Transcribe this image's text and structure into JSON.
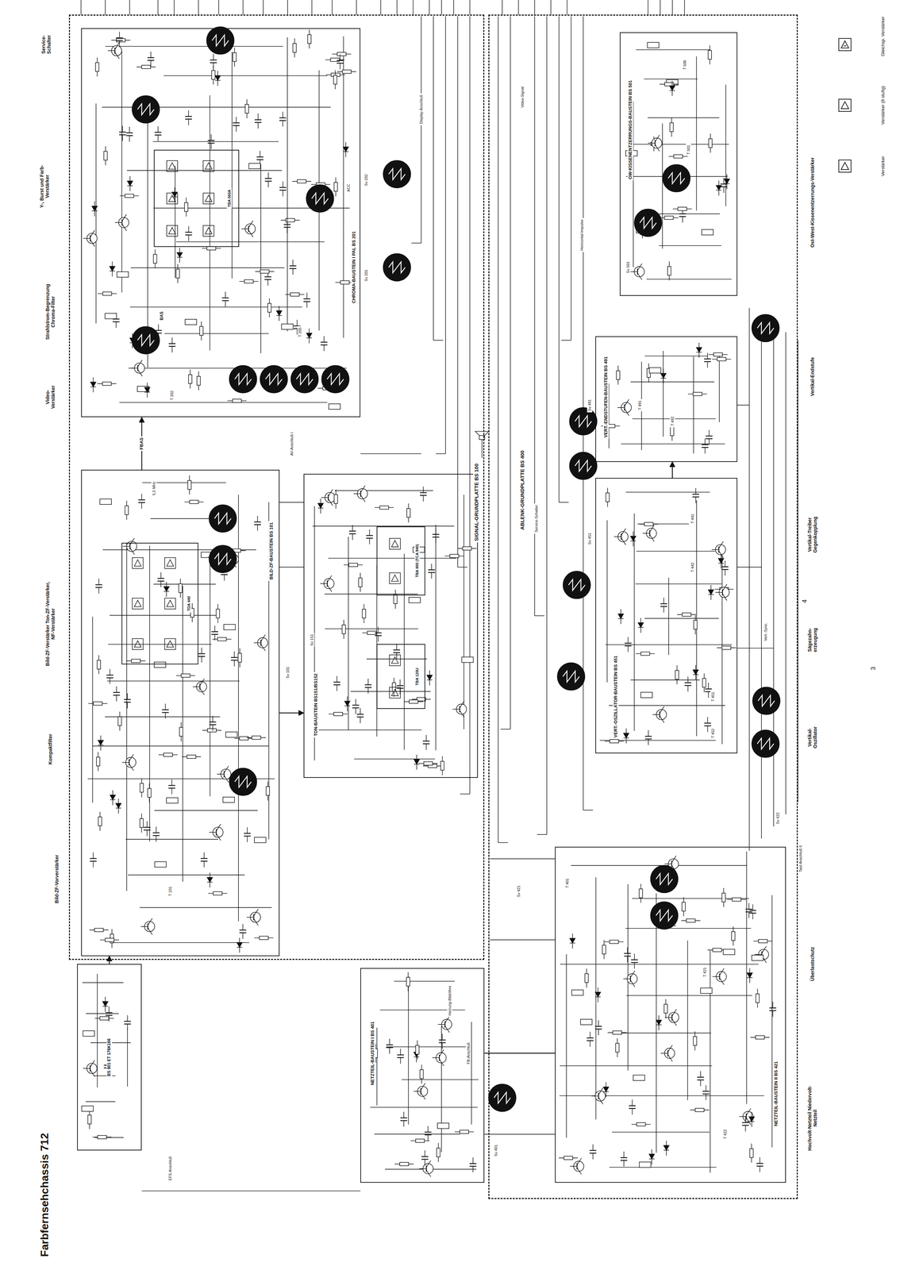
{
  "diagram": {
    "title": "Farbfernsehchassis 712",
    "nodes": [
      {
        "text": [
          "SIGNAL-GRUNDPLATTE BS 100"
        ]
      },
      {
        "text": [
          "CHROMA-BAUSTEIN I PAL BS 201"
        ],
        "in": 0
      },
      {
        "text": [
          "TBA 560A"
        ],
        "in": 1
      },
      {
        "text": [
          "BILD-ZF-BAUSTEIN BS 101"
        ],
        "in": 0
      },
      {
        "text": [
          "TDA 440"
        ],
        "in": 3
      },
      {
        "text": [
          "TON-BAUSTEIN BS151/BS152"
        ],
        "in": 0
      },
      {
        "text": [
          "TBA 800 (TCA 940)"
        ],
        "in": 5
      },
      {
        "text": [
          "TBA 120U"
        ],
        "in": 5
      },
      {
        "text": [
          "BS 901 ET 176K166"
        ]
      },
      {
        "text": [
          "NETZTEIL-BAUSTEIN I BS 401"
        ]
      },
      {
        "text": [
          "ABLENK-GRUNDPLATTE BS 400"
        ]
      },
      {
        "text": [
          "OW-KISSENENTZERRUNGS-BAUSTEIN BS 501"
        ],
        "in": 10
      },
      {
        "text": [
          "VERT.-ENDSTUFEN-BAUSTEIN BS 491"
        ],
        "in": 10
      },
      {
        "text": [
          "VERT.-OSZILLATOR-BAUSTEIN BS 451"
        ],
        "in": 10
      },
      {
        "text": [
          "NETZTEIL-BAUSTEIN II BS 421"
        ],
        "in": 10
      }
    ],
    "edges": [
      {
        "from": 8,
        "to": 3,
        "arrow": "to"
      },
      {
        "from": 3,
        "to": 1,
        "label": "FBAS",
        "arrow": "to"
      },
      {
        "from": 3,
        "to": 5,
        "arrow": "to"
      },
      {
        "from": 9,
        "to": 14,
        "arrow": "none"
      },
      {
        "from": 13,
        "to": 12,
        "arrow": "to"
      }
    ],
    "labels": [
      "Service-Schalter",
      "Y-, Burst und Farb-Verstärker",
      "Strahlstrom-Begrenzung Chroma-Filter",
      "Video-Verstärker",
      "Bild-ZF-Verstärker Ton-ZF-Verstärker, NF-Verstärker",
      "Kompaktfilter",
      "Bild-ZF-Vorverstärker",
      "Ost-West-Kissenentzerrungs-Verstärker",
      "Vertikal-Endstufe",
      "Vertikal-Treiber Gegenkopplung",
      "Sägezahn-erzeugung",
      "Vertikal-Oszillator",
      "Überlastschutz",
      "Hochvolt-Netzteil Niedervolt-Netzteil",
      "3",
      "4",
      "Sv 202",
      "Sv 201",
      "Sv 101",
      "Sv 151",
      "Sv 401",
      "Sv 421",
      "Sv 422",
      "Sv 491",
      "Sv 451",
      "Sv 501",
      "Video-Signal",
      "Display-Anschluß",
      "AV-Anschluß I",
      "BAS",
      "ACC",
      "5,5 MHz",
      "FB-Anschluß",
      "Heizung-Bildröhre",
      "Tast-Anschluß II",
      "EFS-Anschluß",
      "Service-Schalter",
      "Vert.-Sync.",
      "Horizontal-Impulse",
      "T 202",
      "T 205",
      "T 101",
      "T 441",
      "T 442",
      "T 451",
      "T 452",
      "T 491",
      "T 492",
      "T 501",
      "T 506",
      "T 421",
      "T 422",
      "T 401"
    ],
    "legend": [
      {
        "text": "Verstärker"
      },
      {
        "text": "Verstärker (8 stufig)"
      },
      {
        "text": "Gleichsp. Verstärker"
      }
    ]
  }
}
